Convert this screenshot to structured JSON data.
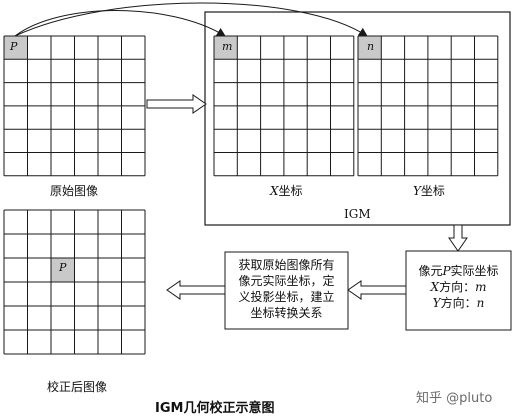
{
  "labels": {
    "original_image": "原始图像",
    "x_coord": "坐标",
    "x_var": "X",
    "y_coord": "坐标",
    "y_var": "Y",
    "igm": "IGM",
    "corrected_image": "校正后图像",
    "caption": "IGM几何校正示意图",
    "watermark": "知乎 @pluto"
  },
  "cells": {
    "p_original": "P",
    "m": "m",
    "n": "n",
    "p_corrected": "P"
  },
  "middle_box": {
    "line1": "获取原始图像所有",
    "line2": "像元实际坐标，定",
    "line3": "义投影坐标，建立",
    "line4": "坐标转换关系"
  },
  "right_box": {
    "line1_pre": "像元",
    "line1_var": "P",
    "line1_post": "实际坐标",
    "line2_var": "X",
    "line2_text": "方向：",
    "line2_val": "m",
    "line3_var": "Y",
    "line3_text": "方向：",
    "line3_val": "n"
  },
  "colors": {
    "line": "#1a1a1a",
    "highlight_cell": "#c9c9c9"
  }
}
